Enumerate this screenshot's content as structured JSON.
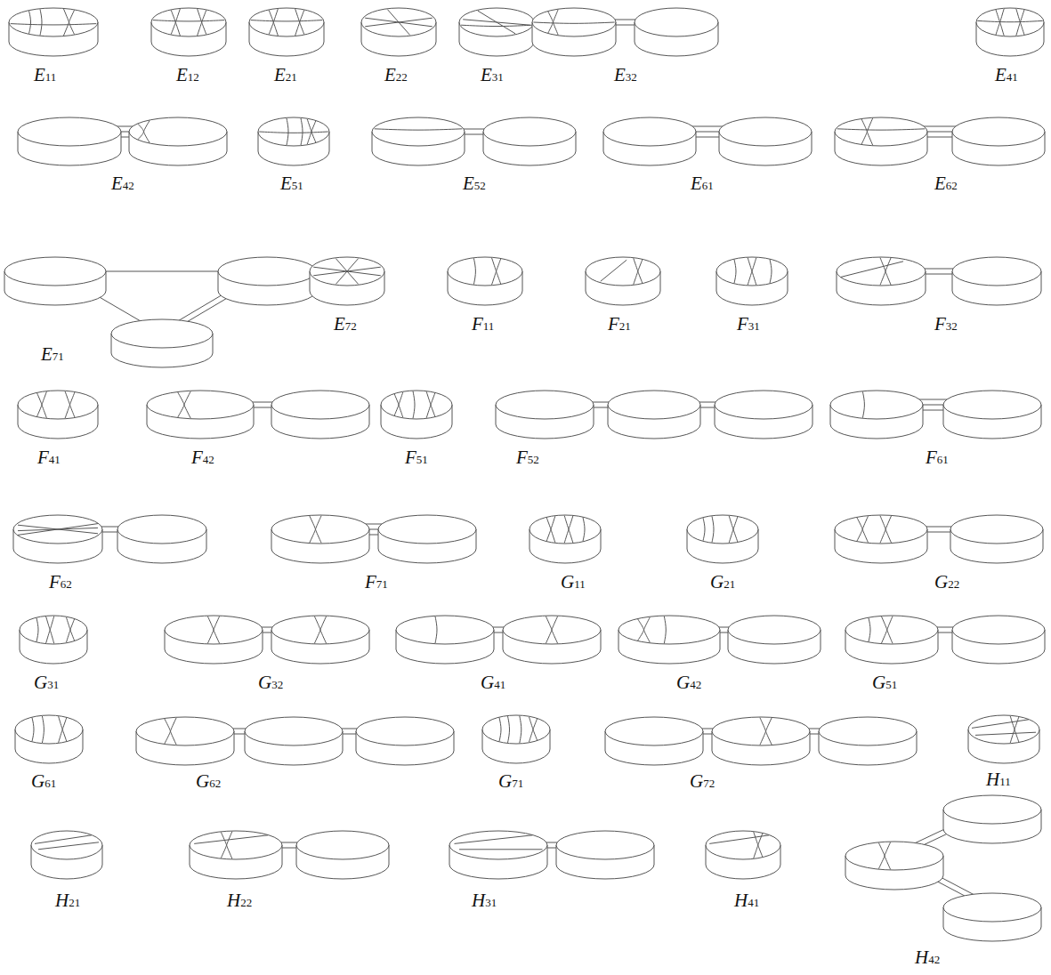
{
  "diagram": {
    "labels": [
      "E11",
      "E12",
      "E21",
      "E22",
      "E31",
      "E32",
      "E41",
      "E42",
      "E51",
      "E52",
      "E61",
      "E62",
      "E71",
      "E72",
      "F11",
      "F21",
      "F31",
      "F32",
      "F41",
      "F42",
      "F51",
      "F52",
      "F61",
      "F62",
      "F71",
      "G11",
      "G21",
      "G22",
      "G31",
      "G32",
      "G41",
      "G42",
      "G51",
      "G61",
      "G62",
      "G71",
      "G72",
      "H11",
      "H21",
      "H22",
      "H31",
      "H41",
      "H42"
    ]
  }
}
